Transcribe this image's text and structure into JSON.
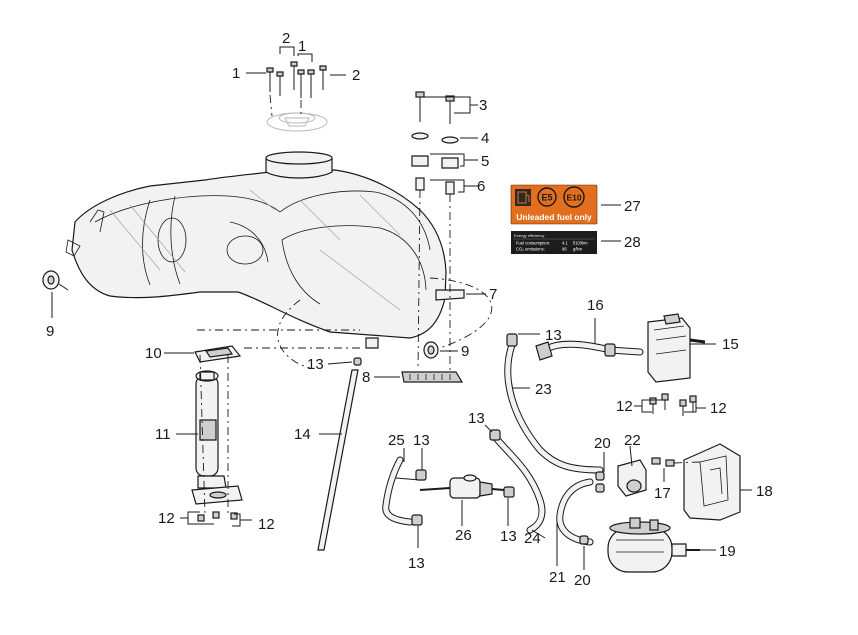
{
  "callouts": {
    "c1a": "1",
    "c1b": "1",
    "c2a": "2",
    "c2b": "2",
    "c3": "3",
    "c4": "4",
    "c5": "5",
    "c6": "6",
    "c7": "7",
    "c8": "8",
    "c9a": "9",
    "c9b": "9",
    "c10": "10",
    "c11": "11",
    "c12a": "12",
    "c12b": "12",
    "c12c": "12",
    "c12d": "12",
    "c13a": "13",
    "c13b": "13",
    "c13c": "13",
    "c13d": "13",
    "c13e": "13",
    "c13f": "13",
    "c14": "14",
    "c15": "15",
    "c16": "16",
    "c17": "17",
    "c18": "18",
    "c19": "19",
    "c20a": "20",
    "c20b": "20",
    "c21": "21",
    "c22": "22",
    "c23": "23",
    "c24": "24",
    "c25": "25",
    "c26": "26",
    "c27": "27",
    "c28": "28"
  },
  "fuel_label": {
    "badge_e5": "E5",
    "badge_e10": "E10",
    "text": "Unleaded fuel only",
    "color": "#e36f1e"
  },
  "efficiency_label": {
    "title": "Energy efficiency",
    "row1_name": "Fuel consumption:",
    "row1_value": "4.1",
    "row1_unit": "l/100km",
    "row2_name": "CO₂ emissions:",
    "row2_value": "96",
    "row2_unit": "g/km",
    "color": "#1c1c1c"
  }
}
